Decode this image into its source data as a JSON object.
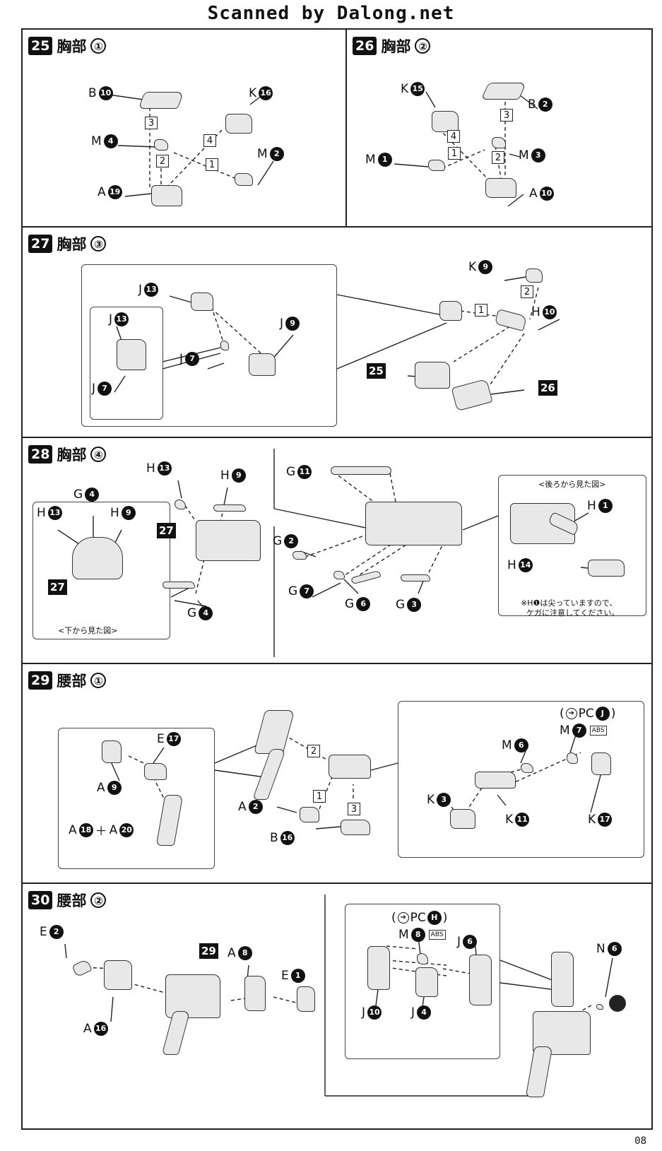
{
  "header": "Scanned by Dalong.net",
  "page_number": "08",
  "sections": {
    "s25": {
      "num": "25",
      "title": "胸部",
      "step": "①",
      "labels": [
        {
          "letter": "B",
          "num": "10"
        },
        {
          "letter": "K",
          "num": "16"
        },
        {
          "letter": "M",
          "num": "4"
        },
        {
          "letter": "M",
          "num": "2"
        },
        {
          "letter": "A",
          "num": "19"
        }
      ],
      "steps": [
        "3",
        "4",
        "2",
        "1"
      ]
    },
    "s26": {
      "num": "26",
      "title": "胸部",
      "step": "②",
      "labels": [
        {
          "letter": "K",
          "num": "15"
        },
        {
          "letter": "B",
          "num": "2"
        },
        {
          "letter": "M",
          "num": "1"
        },
        {
          "letter": "M",
          "num": "3"
        },
        {
          "letter": "A",
          "num": "10"
        }
      ],
      "steps": [
        "3",
        "4",
        "1",
        "2"
      ]
    },
    "s27": {
      "num": "27",
      "title": "胸部",
      "step": "③",
      "labels": [
        {
          "letter": "J",
          "num": "13"
        },
        {
          "letter": "J",
          "num": "13"
        },
        {
          "letter": "J",
          "num": "9"
        },
        {
          "letter": "J",
          "num": "7"
        },
        {
          "letter": "J",
          "num": "7"
        },
        {
          "letter": "K",
          "num": "9"
        },
        {
          "letter": "H",
          "num": "10"
        }
      ],
      "steps": [
        "2",
        "1"
      ],
      "refs": [
        "25",
        "26"
      ]
    },
    "s28": {
      "num": "28",
      "title": "胸部",
      "step": "④",
      "labels": [
        {
          "letter": "H",
          "num": "13"
        },
        {
          "letter": "H",
          "num": "9"
        },
        {
          "letter": "G",
          "num": "4"
        },
        {
          "letter": "H",
          "num": "13"
        },
        {
          "letter": "H",
          "num": "9"
        },
        {
          "letter": "G",
          "num": "4"
        },
        {
          "letter": "G",
          "num": "11"
        },
        {
          "letter": "G",
          "num": "2"
        },
        {
          "letter": "G",
          "num": "7"
        },
        {
          "letter": "G",
          "num": "6"
        },
        {
          "letter": "G",
          "num": "3"
        },
        {
          "letter": "H",
          "num": "1"
        },
        {
          "letter": "H",
          "num": "14"
        }
      ],
      "refs": [
        "27",
        "27"
      ],
      "inset_bottom": "<下から見た図>",
      "inset_back": "<後ろから見た図>",
      "note_line1": "※H❶は尖っていますので、",
      "note_line2": "ケガに注意してください。"
    },
    "s29": {
      "num": "29",
      "title": "腰部",
      "step": "①",
      "labels": [
        {
          "letter": "E",
          "num": "17"
        },
        {
          "letter": "A",
          "num": "9"
        },
        {
          "letter": "A",
          "num": "18"
        },
        {
          "letter": "A",
          "num": "20"
        },
        {
          "letter": "A",
          "num": "2"
        },
        {
          "letter": "B",
          "num": "16"
        },
        {
          "letter": "M",
          "num": "7"
        },
        {
          "letter": "M",
          "num": "6"
        },
        {
          "letter": "K",
          "num": "3"
        },
        {
          "letter": "K",
          "num": "11"
        },
        {
          "letter": "K",
          "num": "17"
        }
      ],
      "plus": "＋",
      "pc_label": "PC",
      "pc_letter": "J",
      "abs": "ABS",
      "steps": [
        "2",
        "1",
        "3"
      ]
    },
    "s30": {
      "num": "30",
      "title": "腰部",
      "step": "②",
      "labels": [
        {
          "letter": "E",
          "num": "2"
        },
        {
          "letter": "A",
          "num": "16"
        },
        {
          "letter": "A",
          "num": "8"
        },
        {
          "letter": "E",
          "num": "1"
        },
        {
          "letter": "M",
          "num": "8"
        },
        {
          "letter": "J",
          "num": "6"
        },
        {
          "letter": "J",
          "num": "10"
        },
        {
          "letter": "J",
          "num": "4"
        },
        {
          "letter": "N",
          "num": "6"
        }
      ],
      "refs": [
        "29"
      ],
      "pc_label": "PC",
      "pc_letter": "H",
      "abs": "ABS"
    }
  }
}
